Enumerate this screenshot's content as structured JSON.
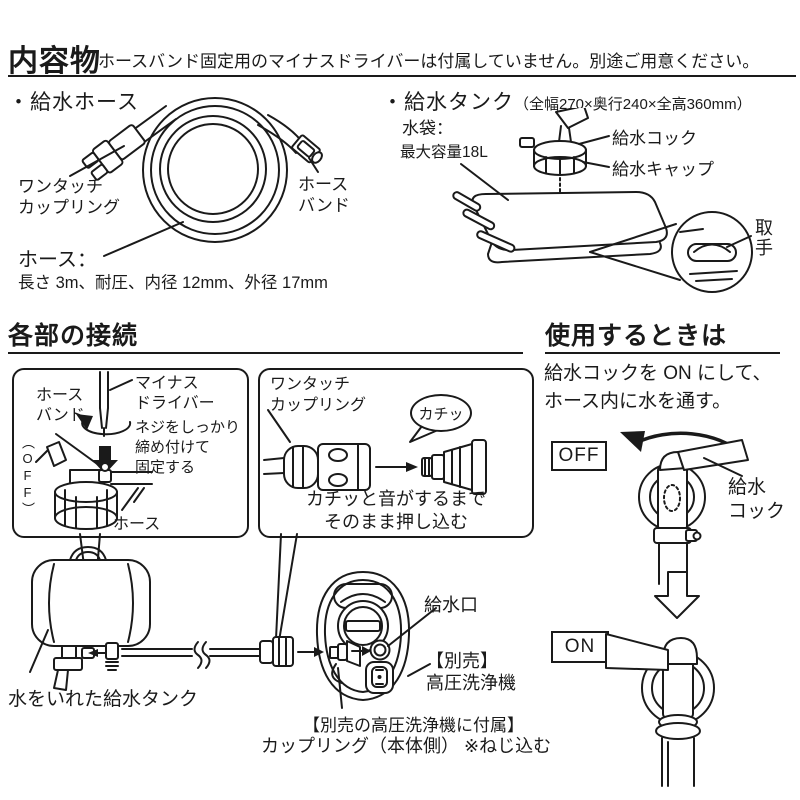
{
  "header": {
    "title": "内容物",
    "note": "ホースバンド固定用のマイナスドライバーは付属していません。別途ご用意ください。"
  },
  "contents": {
    "hose": {
      "title": "・給水ホース",
      "coupling_label": "ワンタッチ\nカップリング",
      "band_label": "ホース\nバンド",
      "spec_title": "ホース：",
      "spec_detail": "長さ 3m、耐圧、内径 12mm、外径 17mm"
    },
    "tank": {
      "title": "・給水タンク",
      "dimensions": "（全幅270×奥行240×全高360mm）",
      "bag_label": "水袋：",
      "bag_capacity": "最大容量18L",
      "cock_label": "給水コック",
      "cap_label": "給水キャップ",
      "handle_label": "取手"
    }
  },
  "connection": {
    "heading": "各部の接続",
    "band_box": {
      "band_label": "ホース\nバンド",
      "driver_label": "マイナス\nドライバー",
      "note": "ネジをしっかり\n締め付けて\n固定する",
      "valve_state": "（OFF）",
      "hose_label": "ホース"
    },
    "coupling_box": {
      "coupling_label": "ワンタッチ\nカップリング",
      "bubble": "カチッ",
      "note": "カチッと音がするまで\nそのまま押し込む"
    },
    "assembly": {
      "tank_label": "水をいれた給水タンク",
      "inlet_label": "給水口",
      "separately_sold_label": "【別売】\n高圧洗浄機",
      "caption_line1": "【別売の高圧洗浄機に付属】",
      "caption_line2": "カップリング（本体側） ※ねじ込む"
    }
  },
  "usage": {
    "heading": "使用するときは",
    "instruction": "給水コックを ON にして、\nホース内に水を通す。",
    "off_label": "OFF",
    "on_label": "ON",
    "cock_label": "給水\nコック"
  },
  "style": {
    "ink_color": "#1a1a1a",
    "background": "#ffffff"
  }
}
